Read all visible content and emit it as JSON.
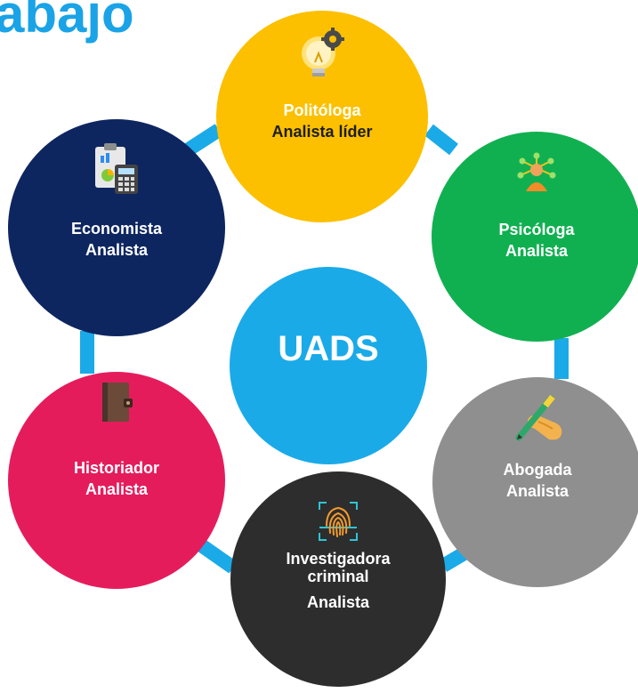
{
  "header": {
    "title": "abajo"
  },
  "diagram": {
    "center": {
      "label": "UADS",
      "color": "#1aaae8"
    },
    "connector_color": "#1aaae8",
    "nodes": {
      "top": {
        "line1": "Politóloga",
        "line2": "Analista líder",
        "color": "#fcc000",
        "icon": "lightbulb-gear-icon"
      },
      "economista": {
        "line1": "Economista",
        "line2": "Analista",
        "color": "#0e2660",
        "icon": "calculator-clipboard-icon"
      },
      "psicologa": {
        "line1": "Psicóloga",
        "line2": "Analista",
        "color": "#10b051",
        "icon": "person-network-icon"
      },
      "historiador": {
        "line1": "Historiador",
        "line2": "Analista",
        "color": "#e51c5c",
        "icon": "book-icon"
      },
      "abogada": {
        "line1": "Abogada",
        "line2": "Analista",
        "color": "#8f8f8f",
        "icon": "hand-pen-icon"
      },
      "investigadora": {
        "line1": "Investigadora",
        "line2": "criminal",
        "line3": "Analista",
        "color": "#2d2d2d",
        "icon": "fingerprint-scan-icon"
      }
    }
  }
}
